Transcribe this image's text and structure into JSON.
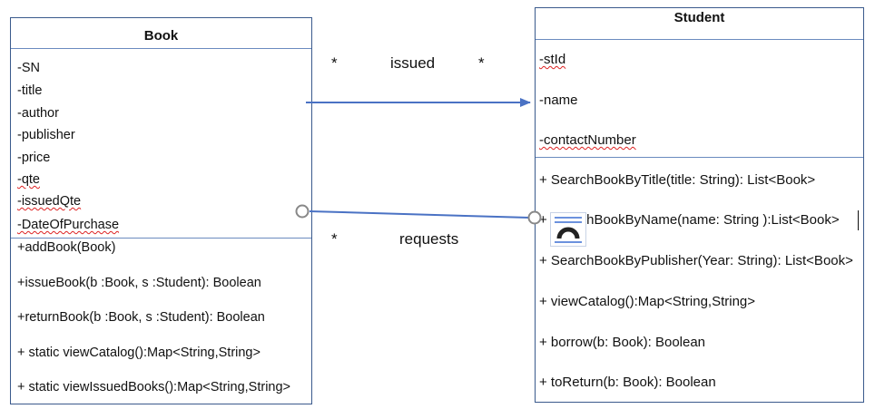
{
  "book": {
    "name": "Book",
    "attributes": [
      "-SN",
      "-title",
      "-author",
      "-publisher",
      "-price",
      "-qte",
      "-issuedQte",
      "-DateOfPurchase"
    ],
    "methods": [
      "+addBook(Book)",
      "+issueBook(b :Book, s :Student): Boolean",
      "+returnBook(b :Book, s :Student): Boolean",
      "+ static viewCatalog():Map<String,String>",
      "+ static viewIssuedBooks():Map<String,String>"
    ]
  },
  "student": {
    "name": "Student",
    "attributes": [
      "-stId",
      "-name",
      "-contactNumber"
    ],
    "methods": [
      "+ SearchBookByTitle(title: String): List<Book>",
      "+ SearchBookByName(name: String ):List<Book>",
      "+  SearchBookByPublisher(Year: String): List<Book>",
      "+ viewCatalog():Map<String,String>",
      "+ borrow(b: Book): Boolean",
      "+ toReturn(b: Book): Boolean"
    ]
  },
  "associations": {
    "issued": {
      "label": "issued",
      "source_multiplicity": "*",
      "target_multiplicity": "*"
    },
    "requests": {
      "label": "requests",
      "source_multiplicity": "*"
    }
  },
  "icons": {
    "paragraph_tool": "paragraph-layout-icon"
  },
  "colors": {
    "border": "#3a5a8c",
    "line": "#4a72c4",
    "squiggle": "#d22222"
  }
}
